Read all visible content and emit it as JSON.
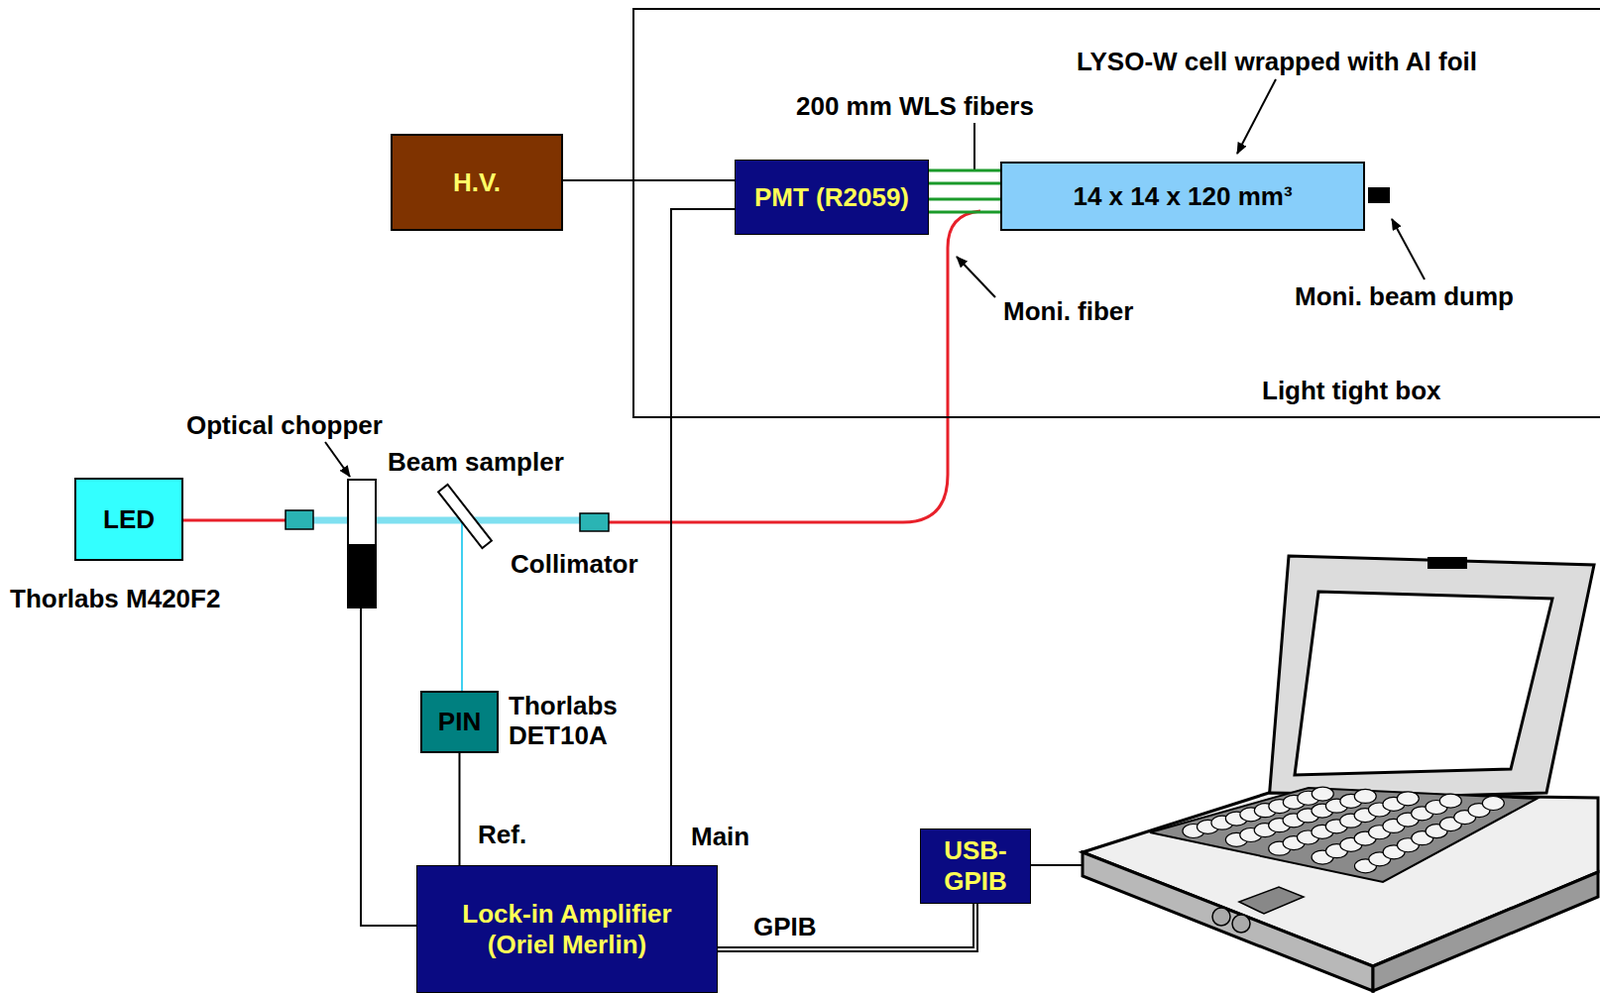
{
  "diagram": {
    "nodes": [
      {
        "text": [
          "Light tight box"
        ]
      },
      {
        "text": [
          "PMT (R2059)"
        ],
        "in": 0
      },
      {
        "text": [
          "14 x 14 x 120 mm³"
        ],
        "in": 0
      },
      {
        "text": [
          "H.V."
        ]
      },
      {
        "text": [
          "LED"
        ]
      },
      {
        "text": [
          "PIN"
        ]
      },
      {
        "text": [
          "Lock-in Amplifier (Oriel Merlin)"
        ]
      },
      {
        "text": [
          "USB-GPIB"
        ]
      }
    ],
    "edges": [
      {
        "from": 3,
        "to": 1,
        "arrow": "none"
      },
      {
        "from": 1,
        "to": 6,
        "label": "Main",
        "arrow": "none"
      },
      {
        "from": 5,
        "to": 6,
        "label": "Ref.",
        "arrow": "none"
      },
      {
        "from": 6,
        "to": 7,
        "label": "GPIB",
        "arrow": "none"
      },
      {
        "from": 2,
        "to": 1,
        "arrow": "none"
      }
    ],
    "labels": [
      "LYSO-W cell wrapped with Al foil",
      "200 mm WLS fibers",
      "Moni. beam dump",
      "Moni. fiber",
      "Optical chopper",
      "Beam sampler",
      "Collimator",
      "Thorlabs M420F2",
      "Thorlabs DET10A"
    ]
  }
}
